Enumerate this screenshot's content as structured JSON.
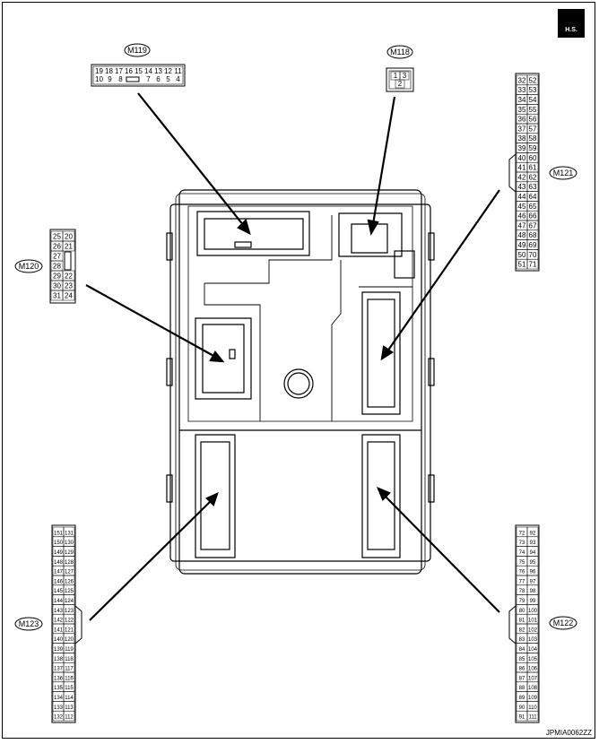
{
  "logo_text": "H.S.",
  "footer": "JPMIA0062ZZ",
  "connectors": {
    "m119": {
      "label": "M119",
      "row1": [
        "19",
        "18",
        "17",
        "16",
        "15",
        "14",
        "13",
        "12",
        "11"
      ],
      "row2": [
        "10",
        "9",
        "8",
        "",
        "7",
        "6",
        "5",
        "4"
      ]
    },
    "m118": {
      "label": "M118",
      "row1": [
        "1",
        "3"
      ],
      "row2": [
        "2"
      ]
    },
    "m120": {
      "label": "M120",
      "left": [
        "25",
        "26",
        "27",
        "28",
        "29",
        "30",
        "31"
      ],
      "right": [
        "20",
        "21",
        "",
        "",
        "22",
        "23",
        "24"
      ]
    },
    "m121": {
      "label": "M121",
      "left": [
        "32",
        "33",
        "34",
        "35",
        "36",
        "37",
        "38",
        "39",
        "40",
        "41",
        "42",
        "43",
        "44",
        "45",
        "46",
        "47",
        "48",
        "49",
        "50",
        "51"
      ],
      "right": [
        "52",
        "53",
        "54",
        "55",
        "56",
        "57",
        "58",
        "59",
        "60",
        "61",
        "62",
        "63",
        "64",
        "65",
        "66",
        "67",
        "68",
        "69",
        "70",
        "71"
      ]
    },
    "m122": {
      "label": "M122",
      "left": [
        "72",
        "73",
        "74",
        "75",
        "76",
        "77",
        "78",
        "79",
        "80",
        "81",
        "82",
        "83",
        "84",
        "85",
        "86",
        "87",
        "88",
        "89",
        "90",
        "91"
      ],
      "right": [
        "92",
        "93",
        "94",
        "95",
        "96",
        "97",
        "98",
        "99",
        "100",
        "101",
        "102",
        "103",
        "104",
        "105",
        "106",
        "107",
        "108",
        "109",
        "110",
        "111"
      ]
    },
    "m123": {
      "label": "M123",
      "left": [
        "151",
        "150",
        "149",
        "148",
        "147",
        "146",
        "145",
        "144",
        "143",
        "142",
        "141",
        "140",
        "139",
        "138",
        "137",
        "136",
        "135",
        "134",
        "133",
        "132"
      ],
      "right": [
        "131",
        "130",
        "129",
        "128",
        "127",
        "126",
        "125",
        "124",
        "123",
        "122",
        "121",
        "120",
        "119",
        "118",
        "117",
        "116",
        "115",
        "114",
        "113",
        "112"
      ]
    }
  }
}
